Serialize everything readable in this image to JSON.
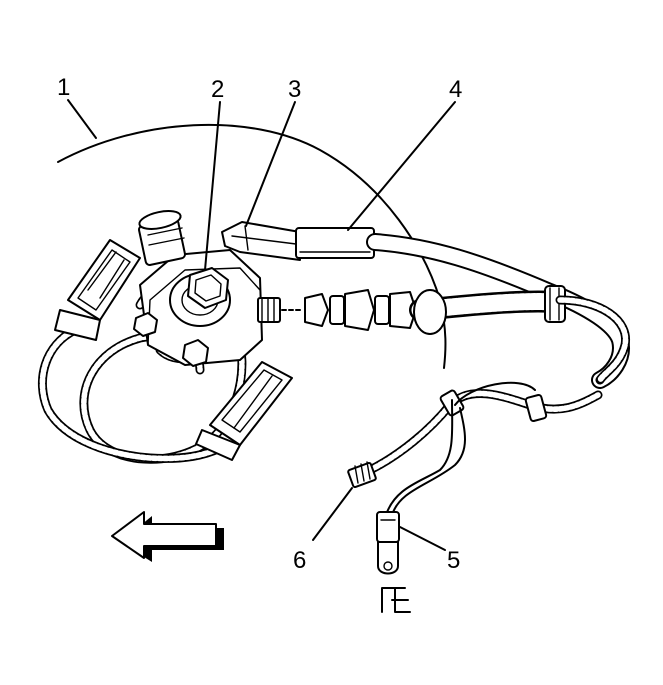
{
  "diagram": {
    "callouts": [
      {
        "id": "1",
        "label": "1"
      },
      {
        "id": "2",
        "label": "2"
      },
      {
        "id": "3",
        "label": "3"
      },
      {
        "id": "4",
        "label": "4"
      },
      {
        "id": "5",
        "label": "5"
      },
      {
        "id": "6",
        "label": "6"
      }
    ],
    "direction_arrow": "left",
    "colors": {
      "line": "#000000",
      "background": "#ffffff"
    }
  }
}
